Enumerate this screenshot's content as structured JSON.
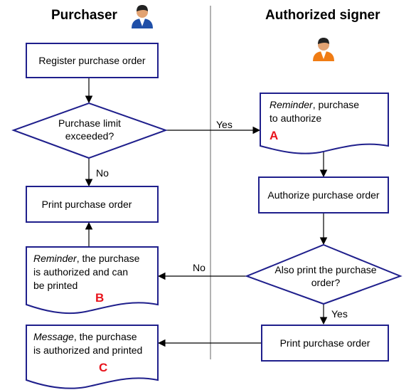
{
  "lanes": {
    "left_title": "Purchaser",
    "right_title": "Authorized signer"
  },
  "nodes": {
    "register": "Register purchase order",
    "limit_line1": "Purchase limit",
    "limit_line2": "exceeded?",
    "print_left": "Print purchase order",
    "reminder_b_italic": "Reminder",
    "reminder_b_line1_rest": ", the purchase",
    "reminder_b_line2": "is authorized and can",
    "reminder_b_line3": "be printed",
    "reminder_b_mark": "B",
    "message_c_italic": "Message",
    "message_c_line1_rest": ", the purchase",
    "message_c_line2": "is authorized and printed",
    "message_c_mark": "C",
    "reminder_a_italic": "Reminder",
    "reminder_a_line1_rest": ", purchase",
    "reminder_a_line2": "to authorize",
    "reminder_a_mark": "A",
    "authorize": "Authorize purchase order",
    "also_print_line1": "Also print the purchase",
    "also_print_line2": "order?",
    "print_right": "Print purchase order"
  },
  "edges": {
    "yes_to_a": "Yes",
    "no_down": "No",
    "no_to_b": "No",
    "yes_down": "Yes"
  },
  "colors": {
    "shape_stroke": "#1f1f8c",
    "mark": "#e8141c",
    "divider": "#888888"
  },
  "icons": [
    "purchaser-person-icon",
    "signer-person-icon"
  ]
}
